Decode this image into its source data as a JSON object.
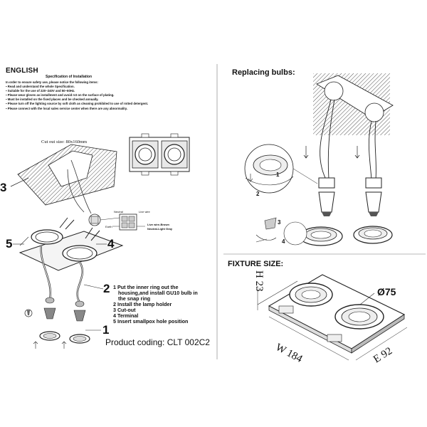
{
  "left": {
    "title": "ENGLISH",
    "spec_title": "Specification of Installation",
    "spec_items": [
      "In order to ensure safety use, please notice the following items:",
      "▪ Read and understand the whole Specification.",
      "▪ Suitable for the use of 220~240V and 50~60Hz.",
      "▪ Please wear gloves as installment and avoid rot on the surface of plating.",
      "▪ Must be installed on the fixed places and be checked annually.",
      "▪ Please turn off the lighting source by soft cloth as cleaning prohibited to use of rotted detergent.",
      "▪ Please connect with the local sales service center when there are any abnormality."
    ],
    "cutout_label": "Cut out size: 80x160mm",
    "callouts": [
      "3",
      "5",
      "4",
      "2",
      "1"
    ],
    "wiring": {
      "neutral": "Neutral",
      "live": "Live wire",
      "earth": "Earth",
      "note_live": "Live wire-Brown",
      "note_neutral": "Neutral-Light Gray"
    },
    "steps": [
      "1 Put the inner ring out the",
      "  housing,and install GU10 bulb in",
      "  the snap ring",
      "2 Install the lamp holder",
      "3 Cut-out",
      "4 Terminal",
      "5 Insert smallpox hole position"
    ],
    "product_coding": "Product coding: CLT 002C2"
  },
  "right": {
    "replacing_title": "Replacing bulbs:",
    "replace_callouts": [
      "1",
      "2",
      "3",
      "4"
    ],
    "fixture_title": "FIXTURE SIZE:",
    "dims": {
      "height": "H 23",
      "diameter": "Ø75",
      "width": "W 184",
      "depth": "E 92"
    }
  }
}
